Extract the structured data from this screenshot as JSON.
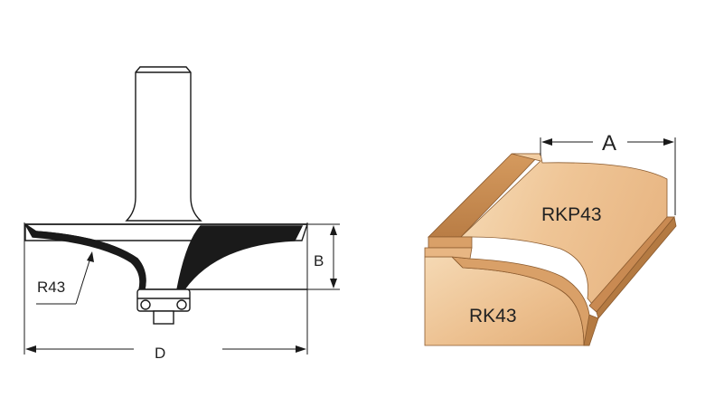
{
  "cutter": {
    "radius_label": "R43",
    "height_label": "B",
    "diameter_label": "D"
  },
  "profile": {
    "width_label": "A",
    "top_piece_label": "RKP43",
    "bottom_piece_label": "RK43"
  },
  "colors": {
    "line": "#1a1a1a",
    "wood_light": "#f2d0a8",
    "wood_mid": "#e3b07c",
    "wood_dark": "#c98f58",
    "wood_edge": "#a8703c"
  }
}
